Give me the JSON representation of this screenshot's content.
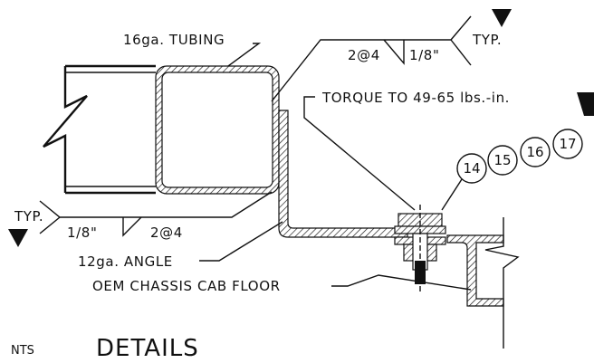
{
  "labels": {
    "tubing": "16ga. TUBING",
    "typ_top": "TYP.",
    "weld_top_pitch": "2@4",
    "weld_top_size": "1/8\"",
    "torque": "TORQUE TO 49-65 lbs.-in.",
    "typ_left": "TYP.",
    "weld_left_size": "1/8\"",
    "weld_left_pitch": "2@4",
    "angle": "12ga. ANGLE",
    "floor": "OEM CHASSIS CAB FLOOR",
    "nts": "NTS",
    "details": "DETAILS"
  },
  "callouts": [
    "14",
    "15",
    "16",
    "17"
  ],
  "colors": {
    "ink": "#111111",
    "background": "#ffffff"
  }
}
